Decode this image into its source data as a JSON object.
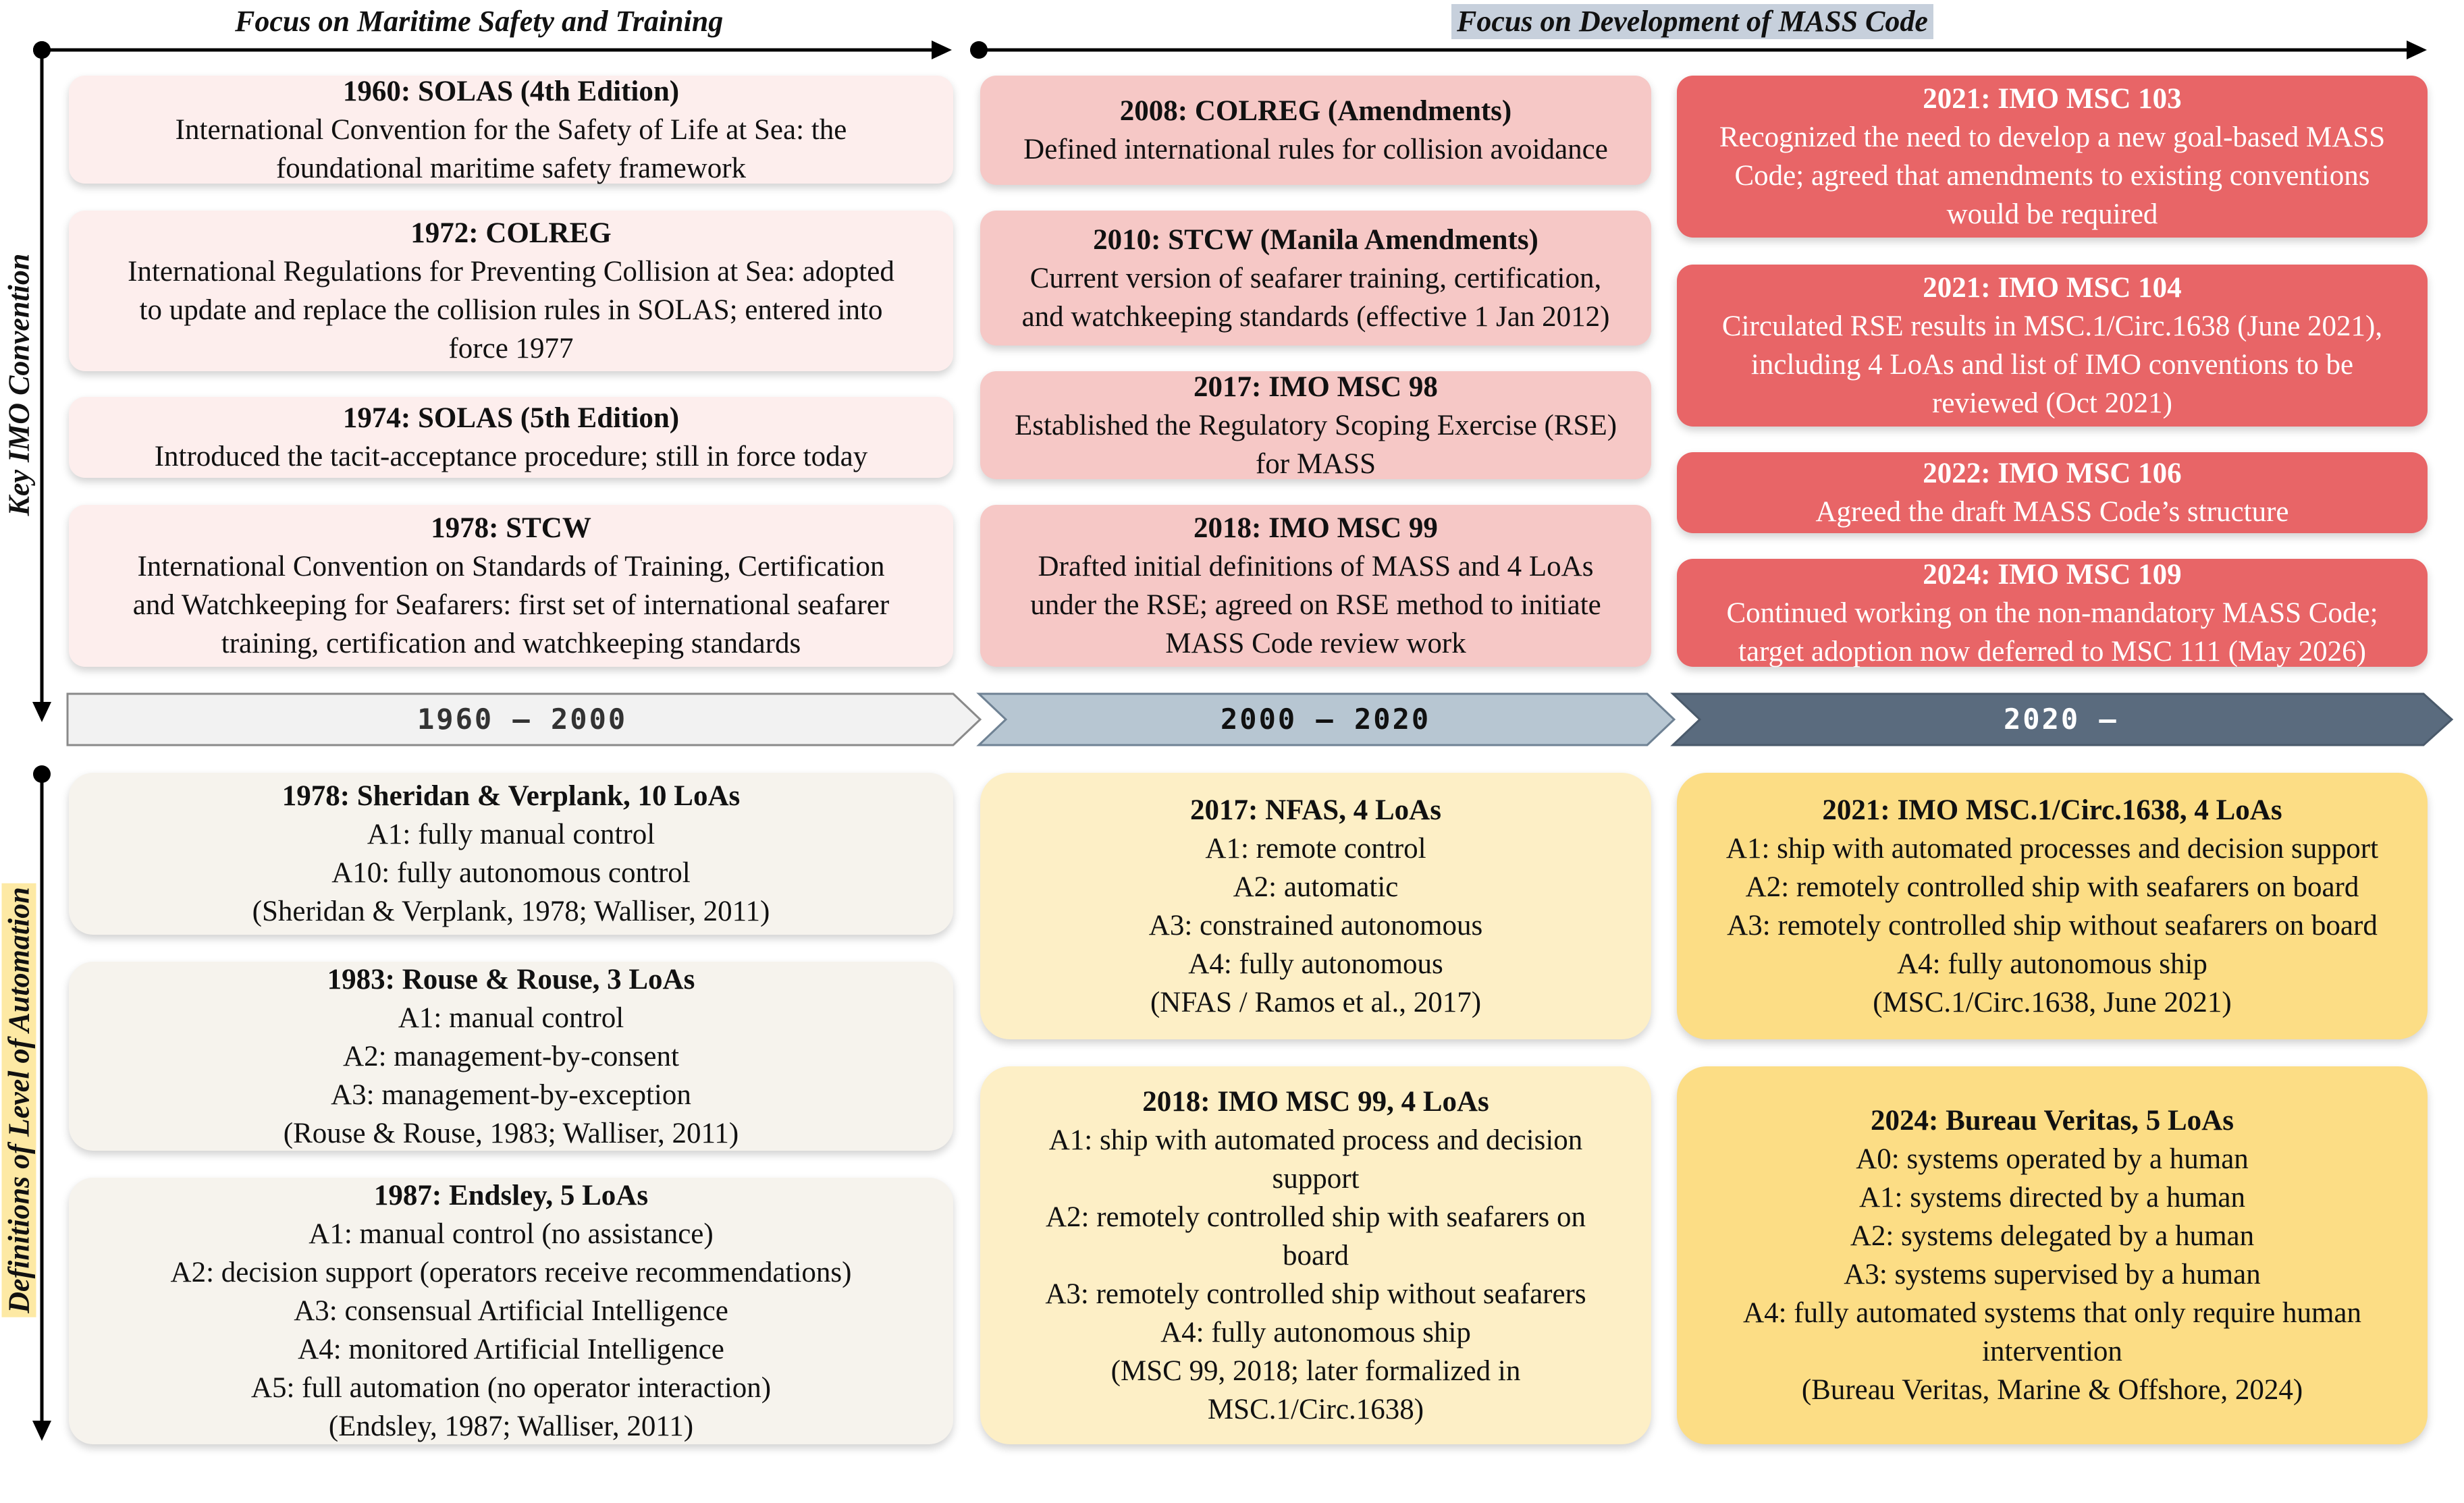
{
  "headers": {
    "top_left": "Focus on Maritime Safety and Training",
    "top_right": "Focus on Development of MASS Code",
    "side_top": "Key IMO Convention",
    "side_bottom": "Definitions of Level of Automation"
  },
  "eras": [
    "1960 – 2000",
    "2000 – 2020",
    "2020 –"
  ],
  "conventions": {
    "col1": [
      {
        "title": "1960: SOLAS (4th Edition)",
        "lines": [
          "International Convention for the Safety of Life at Sea: the",
          "foundational maritime safety framework"
        ]
      },
      {
        "title": "1972: COLREG",
        "lines": [
          "International Regulations for Preventing Collision at Sea: adopted",
          "to update and replace the collision rules in SOLAS; entered into",
          "force 1977"
        ]
      },
      {
        "title": "1974: SOLAS (5th Edition)",
        "lines": [
          "Introduced the tacit-acceptance procedure; still in force today"
        ]
      },
      {
        "title": "1978: STCW",
        "lines": [
          "International Convention on Standards of Training, Certification",
          "and Watchkeeping for Seafarers: first set of international seafarer",
          "training, certification and watchkeeping standards"
        ]
      }
    ],
    "col2": [
      {
        "title": "2008: COLREG (Amendments)",
        "lines": [
          "Defined international rules for collision avoidance"
        ]
      },
      {
        "title": "2010: STCW (Manila Amendments)",
        "lines": [
          "Current version of seafarer training, certification,",
          "and watchkeeping standards (effective 1 Jan 2012)"
        ]
      },
      {
        "title": "2017: IMO MSC 98",
        "lines": [
          "Established the Regulatory Scoping Exercise (RSE)",
          "for MASS"
        ]
      },
      {
        "title": "2018: IMO MSC 99",
        "lines": [
          "Drafted initial definitions of MASS and 4 LoAs",
          "under the RSE; agreed on RSE method to initiate",
          "MASS Code review work"
        ]
      }
    ],
    "col3": [
      {
        "title": "2021: IMO MSC 103",
        "lines": [
          "Recognized the need to develop a new goal-based MASS",
          "Code; agreed that amendments to existing conventions",
          "would be required"
        ]
      },
      {
        "title": "2021: IMO MSC 104",
        "lines": [
          "Circulated RSE results in MSC.1/Circ.1638  (June 2021),",
          "including 4 LoAs and list of IMO conventions to be",
          "reviewed (Oct 2021)"
        ]
      },
      {
        "title": "2022: IMO MSC 106",
        "lines": [
          "Agreed the draft MASS Code’s structure"
        ]
      },
      {
        "title": "2024: IMO MSC 109",
        "lines": [
          "Continued working on the non-mandatory MASS Code;",
          "target adoption now deferred to MSC 111 (May 2026)"
        ]
      }
    ]
  },
  "automation": {
    "col1": [
      {
        "title": "1978: Sheridan & Verplank, 10 LoAs",
        "lines": [
          "A1: fully manual control",
          "A10: fully autonomous control",
          "(Sheridan & Verplank, 1978; Walliser, 2011)"
        ]
      },
      {
        "title": "1983: Rouse & Rouse, 3 LoAs",
        "lines": [
          "A1: manual control",
          "A2: management-by-consent",
          "A3: management-by-exception",
          "(Rouse & Rouse, 1983; Walliser, 2011)"
        ]
      },
      {
        "title": "1987: Endsley, 5 LoAs",
        "lines": [
          "A1: manual control (no assistance)",
          "A2: decision support (operators receive recommendations)",
          "A3: consensual Artificial Intelligence",
          "A4: monitored Artificial Intelligence",
          "A5: full automation (no operator interaction)",
          "(Endsley, 1987; Walliser, 2011)"
        ]
      }
    ],
    "col2": [
      {
        "title": "2017: NFAS, 4 LoAs",
        "lines": [
          "A1: remote control",
          "A2: automatic",
          "A3: constrained autonomous",
          "A4: fully autonomous",
          "(NFAS / Ramos et al., 2017)"
        ]
      },
      {
        "title": "2018: IMO MSC 99, 4 LoAs",
        "lines": [
          "A1: ship with automated process and decision",
          "support",
          "A2: remotely controlled ship with seafarers on",
          "board",
          "A3: remotely controlled ship without seafarers",
          "A4: fully autonomous ship",
          "(MSC 99, 2018; later formalized in",
          "MSC.1/Circ.1638)"
        ]
      }
    ],
    "col3": [
      {
        "title": "2021: IMO MSC.1/Circ.1638, 4 LoAs",
        "lines": [
          "A1: ship with automated processes and decision support",
          "A2: remotely controlled ship with seafarers on board",
          "A3: remotely controlled ship without seafarers on board",
          "A4: fully autonomous ship",
          "(MSC.1/Circ.1638, June 2021)"
        ]
      },
      {
        "title": "2024: Bureau Veritas, 5 LoAs",
        "lines": [
          "A0: systems operated by a human",
          "A1: systems directed by a human",
          "A2: systems delegated by a human",
          "A3: systems supervised by a human",
          "A4: fully automated systems that only require human",
          "intervention",
          "(Bureau Veritas, Marine & Offshore, 2024)"
        ]
      }
    ]
  },
  "colors": {
    "era1": "#f2f2f2",
    "era2": "#b7c6d2",
    "era3": "#5a6b7e",
    "conv1": "#fdeeed",
    "conv2": "#f6c8c6",
    "conv3": "#e86567",
    "auto1": "#f6f3ed",
    "auto2": "#fdefc6",
    "auto3": "#fcdd85"
  }
}
